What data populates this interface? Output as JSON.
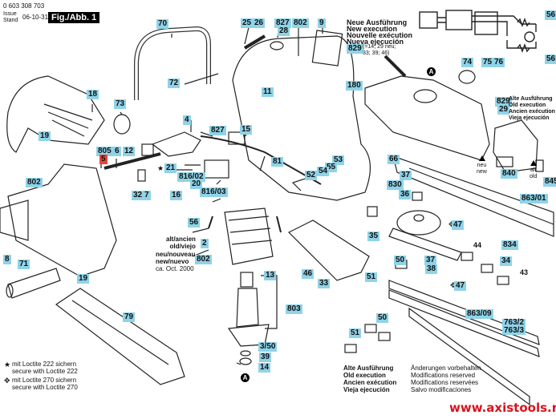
{
  "header": {
    "part_number": "0 603 308 703",
    "issue_label": "Issue\nStand",
    "issue_date": "06-10-31",
    "figure_label": "Fig./Abb. 1"
  },
  "new_execution": {
    "lines": [
      "Neue Ausführung",
      "New execution",
      "Nouvelle exécution",
      "Nueva ejecución"
    ],
    "part": "829",
    "note": "(=14; 29 neu;\n33; 39; 46)"
  },
  "old_execution_right": {
    "parts": [
      "829",
      "29"
    ],
    "lines": [
      "Alte Ausführung",
      "Old execution",
      "Ancien exécution",
      "Vieja ejecución"
    ]
  },
  "old_execution_bottom": {
    "lines": [
      "Alte Ausführung",
      "Old execution",
      "Ancien exécution",
      "Vieja ejecución"
    ]
  },
  "motor_note": {
    "old": "alt/ancien\nold/viejo",
    "old_part": "2",
    "new": "neu/nouveau\nnew/nuevo",
    "new_date": "ca. Oct. 2000",
    "new_part": "802"
  },
  "legend": [
    {
      "symbol": "star",
      "glyph": "★",
      "text_de": "mit Loctite 222 sichern",
      "text_en": "secure with Loctite 222"
    },
    {
      "symbol": "cross",
      "glyph": "✥",
      "text_de": "mit Loctite 270 sichern",
      "text_en": "secure with Loctite 270"
    }
  ],
  "modifications": [
    "Änderungen vorbehalten",
    "Modifications reserved",
    "Modifications reservées",
    "Salvo modificaciones"
  ],
  "arrow_labels": {
    "new": "neu\nnew",
    "old": "alt\nold"
  },
  "reference_marker": "A",
  "website": "www.axistools.ru",
  "part_labels": [
    {
      "id": "70"
    },
    {
      "id": "72"
    },
    {
      "id": "18"
    },
    {
      "id": "73"
    },
    {
      "id": "19"
    },
    {
      "id": "25"
    },
    {
      "id": "26"
    },
    {
      "id": "827"
    },
    {
      "id": "28"
    },
    {
      "id": "802"
    },
    {
      "id": "9"
    },
    {
      "id": "11"
    },
    {
      "id": "180"
    },
    {
      "id": "4"
    },
    {
      "id": "827"
    },
    {
      "id": "15"
    },
    {
      "id": "805"
    },
    {
      "id": "5"
    },
    {
      "id": "6"
    },
    {
      "id": "12"
    },
    {
      "id": "21"
    },
    {
      "id": "816/02"
    },
    {
      "id": "20"
    },
    {
      "id": "816/03"
    },
    {
      "id": "16"
    },
    {
      "id": "32"
    },
    {
      "id": "7"
    },
    {
      "id": "81"
    },
    {
      "id": "53"
    },
    {
      "id": "55"
    },
    {
      "id": "54"
    },
    {
      "id": "52"
    },
    {
      "id": "66"
    },
    {
      "id": "74"
    },
    {
      "id": "75"
    },
    {
      "id": "76"
    },
    {
      "id": "840"
    },
    {
      "id": "845"
    },
    {
      "id": "863/01"
    },
    {
      "id": "37"
    },
    {
      "id": "830"
    },
    {
      "id": "36"
    },
    {
      "id": "35"
    },
    {
      "id": "47"
    },
    {
      "id": "834"
    },
    {
      "id": "44"
    },
    {
      "id": "34"
    },
    {
      "id": "43"
    },
    {
      "id": "50"
    },
    {
      "id": "37"
    },
    {
      "id": "38"
    },
    {
      "id": "47"
    },
    {
      "id": "51"
    },
    {
      "id": "863/09"
    },
    {
      "id": "763/2\n763/3"
    },
    {
      "id": "51"
    },
    {
      "id": "50"
    },
    {
      "id": "56"
    },
    {
      "id": "802"
    },
    {
      "id": "8"
    },
    {
      "id": "71"
    },
    {
      "id": "19"
    },
    {
      "id": "79"
    },
    {
      "id": "46"
    },
    {
      "id": "33"
    },
    {
      "id": "13"
    },
    {
      "id": "803"
    },
    {
      "id": "3/50"
    },
    {
      "id": "39"
    },
    {
      "id": "14"
    },
    {
      "id": "56"
    },
    {
      "id": "56"
    }
  ]
}
